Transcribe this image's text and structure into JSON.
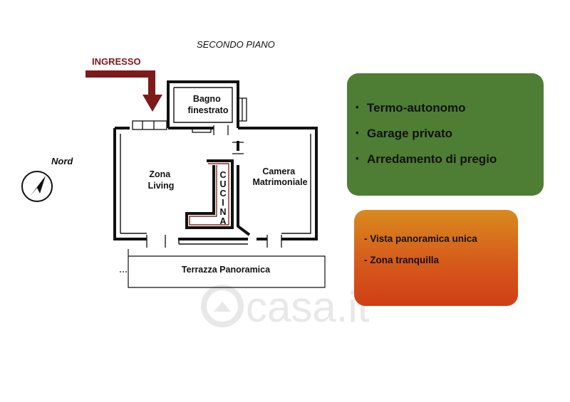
{
  "floor_title": "SECONDO PIANO",
  "entrance_label": "INGRESSO",
  "north_label": "Nord",
  "rooms": {
    "bathroom": [
      "Bagno",
      "finestrato"
    ],
    "living": [
      "Zona",
      "Living"
    ],
    "kitchen_letters": [
      "C",
      "U",
      "C",
      "I",
      "N",
      "A"
    ],
    "bedroom": [
      "Camera",
      "Matrimoniale"
    ],
    "terrace": "Terrazza Panoramica"
  },
  "features_box": {
    "bullet": "•",
    "items": [
      "Termo-autonomo",
      "Garage privato",
      "Arredamento di pregio"
    ],
    "color": "#4e7d34"
  },
  "highlights_box": {
    "items": [
      "- Vista panoramica unica",
      "- Zona tranquilla"
    ],
    "colors": [
      "#d98a1e",
      "#cf3f15"
    ]
  },
  "watermark": "casa.it",
  "colors": {
    "entrance_arrow": "#7e1a1a",
    "walls": "#111111"
  }
}
